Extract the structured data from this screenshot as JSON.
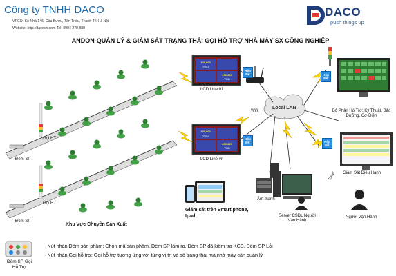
{
  "header": {
    "company": "Công ty TNHH DACO",
    "address": "VPGD: Số Nhà 146, Cầu Bươu, Tân Triều, Thanh Trì-Hà Nội",
    "contact": "Website: http://dacovn.com Tel: 0904 270 880",
    "logo_text": "DACO",
    "logo_slogan": "push things up"
  },
  "title": "ANDON-QUẢN LÝ & GIÁM SÁT TRẠNG THÁI GỌI HỖ TRỢ NHÀ MÁY SX CÔNG NGHIỆP",
  "labels": {
    "goi_ht": "Gọi HT",
    "dem_sp": "Đếm SP",
    "lcd_line_01": "LCD Line 01",
    "lcd_line_n": "LCD Line #n",
    "local_lan": "Local LAN",
    "wifi": "Wifi",
    "hop_dk": "Hộp ĐK",
    "bo_phan": "Bộ Phận Hỗ Trợ: Kỹ Thuật, Bảo Dưỡng, Cơ-Điện",
    "giam_sat_dieu_hanh": "Giám Sát Điều Hành",
    "am_thanh": "Âm thanh",
    "server": "Server CSDL Người Vận Hành",
    "nguoi_van_hanh": "Người Vận Hành",
    "email": "Email",
    "smartphone": "Giám sát trên Smart phone, Ipad",
    "khu_vuc": "Khu Vực Chuyền Sản Xuất",
    "dem_sp_goi_ho_tro": "Đếm SP Gọi Hỗ Trợ"
  },
  "lcd_values": [
    "100,000",
    "VND",
    "200,000",
    "VND",
    "150,000",
    "VND",
    "200,000",
    "VND"
  ],
  "notes": [
    "- Nút nhấn Đếm sản phẩm: Chọn mã sản phẩm, Đếm SP làm ra, Đếm SP đã kiểm tra KCS, Đếm SP Lỗi",
    "- Nút nhấn Gọi hỗ trợ: Gọi hỗ trợ tương ứng với từng vị trí và số trạng thái mà nhà máy cần quản lý"
  ]
}
